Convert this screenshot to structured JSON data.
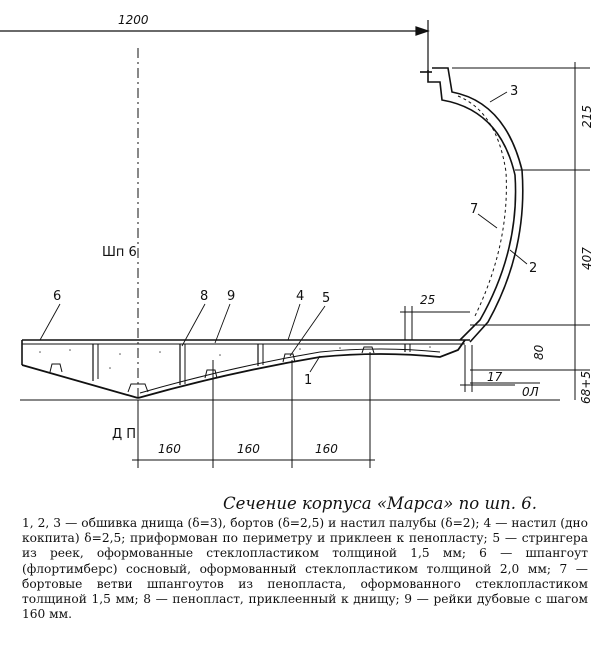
{
  "dimensions": {
    "d1200": "1200",
    "d215": "215",
    "d407": "407",
    "d80": "80",
    "d68": "68+5",
    "d25": "25",
    "d17": "17",
    "d01": "0Л",
    "d160a": "160",
    "d160b": "160",
    "d160c": "160"
  },
  "labels": {
    "frame": "Шп 6",
    "dp": "Д П",
    "n1": "1",
    "n2": "2",
    "n3": "3",
    "n4": "4",
    "n5": "5",
    "n6": "6",
    "n7": "7",
    "n8": "8",
    "n9": "9"
  },
  "caption": "Сечение корпуса «Марса» по шп. 6.",
  "legend": "1, 2, 3 — обшивка днища (δ=3), бортов (δ=2,5) и настил палубы (δ=2); 4 — настил (дно кокпита) δ=2,5; приформован по периметру и приклеен к пенопласту; 5 — стрингера из реек, оформованные стеклопластиком толщиной 1,5 мм; 6 — шпангоут (флортимберс) сосновый, оформованный стеклопластиком толщиной 2,0 мм; 7 — бортовые ветви шпангоутов из пенопласта, оформованного стеклопластиком толщиной 1,5 мм; 8 — пенопласт, приклеенный к днищу; 9 — рейки дубовые с шагом 160 мм."
}
